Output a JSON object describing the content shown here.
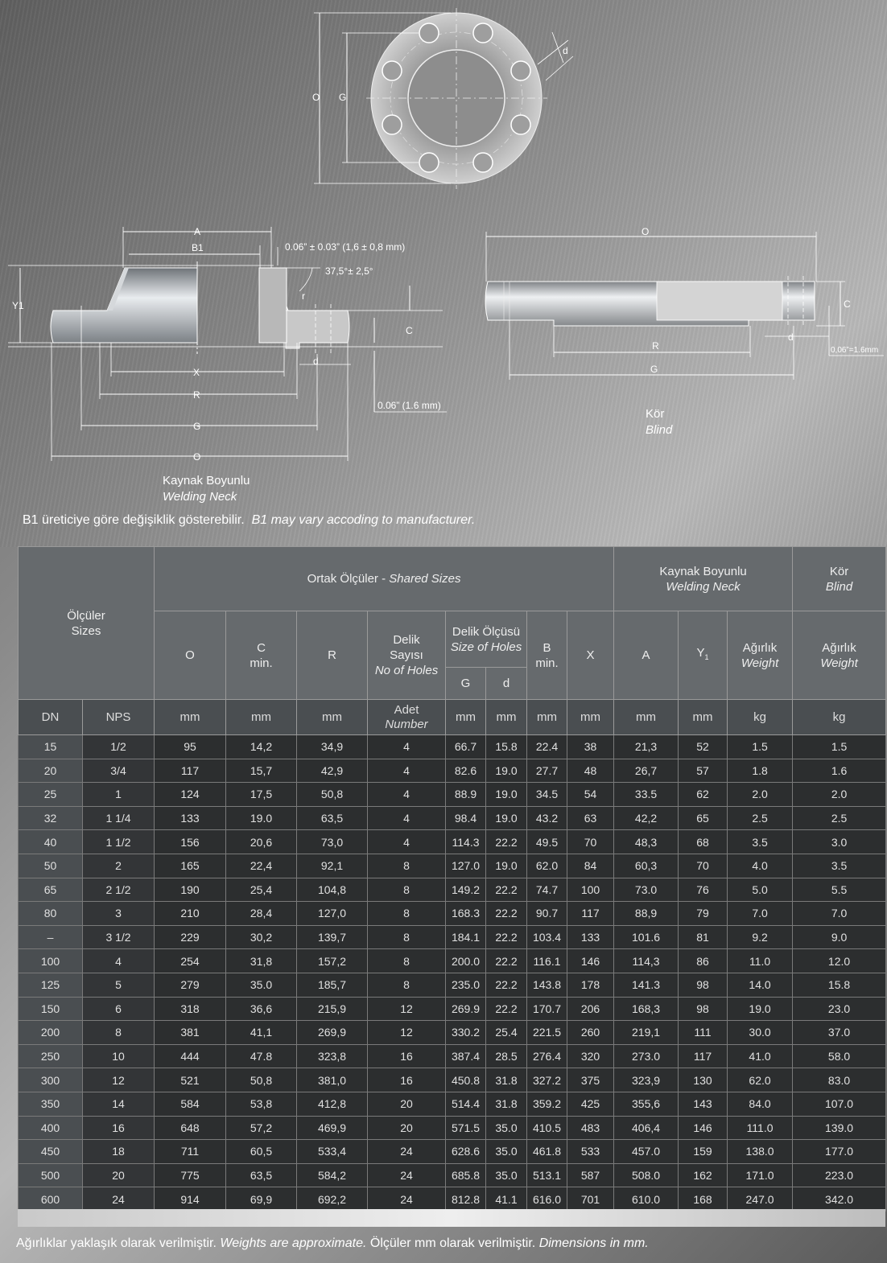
{
  "labels": {
    "top_O": "O",
    "top_G": "G",
    "top_d": "d",
    "wn_A": "A",
    "wn_B1": "B1",
    "wn_gap": "0.06” ± 0.03” (1,6 ± 0,8 mm)",
    "wn_angle": "37,5°± 2,5°",
    "wn_r": "r",
    "wn_Y1": "Y1",
    "wn_C": "C",
    "wn_X": "X",
    "wn_d": "d",
    "wn_R": "R",
    "wn_G": "G",
    "wn_O": "O",
    "wn_raised": "0.06” (1.6 mm)",
    "bl_O": "O",
    "bl_C": "C",
    "bl_d": "d",
    "bl_R": "R",
    "bl_G": "G",
    "bl_raised": "0,06”=1.6mm"
  },
  "captions": {
    "welding_neck_tr": "Kaynak Boyunlu",
    "welding_neck_en": "Welding Neck",
    "blind_tr": "Kör",
    "blind_en": "Blind"
  },
  "note": {
    "tr": "B1 üreticiye göre değişiklik gösterebilir.",
    "en": "B1 may vary accoding to manufacturer."
  },
  "table": {
    "sizes_tr": "Ölçüler",
    "sizes_en": "Sizes",
    "shared_tr": "Ortak Ölçüler - ",
    "shared_en": "Shared Sizes",
    "wn_tr": "Kaynak Boyunlu",
    "wn_en": "Welding Neck",
    "blind_tr": "Kör",
    "blind_en": "Blind",
    "col_O": "O",
    "col_C": "C",
    "col_C_min": "min.",
    "col_R": "R",
    "col_holes_tr1": "Delik",
    "col_holes_tr2": "Sayısı",
    "col_holes_en": "No of Holes",
    "col_size_tr": "Delik Ölçüsü",
    "col_size_en": "Size of Holes",
    "col_G": "G",
    "col_d": "d",
    "col_B": "B",
    "col_B_min": "min.",
    "col_X": "X",
    "col_A": "A",
    "col_Y1": "Y",
    "col_Y1_sub": "1",
    "col_weight_tr": "Ağırlık",
    "col_weight_en": "Weight",
    "unit_DN": "DN",
    "unit_NPS": "NPS",
    "unit_mm": "mm",
    "unit_adet_tr": "Adet",
    "unit_adet_en": "Number",
    "unit_kg": "kg",
    "rows": [
      [
        "15",
        "1/2",
        "95",
        "14,2",
        "34,9",
        "4",
        "66.7",
        "15.8",
        "22.4",
        "38",
        "21,3",
        "52",
        "1.5",
        "1.5"
      ],
      [
        "20",
        "3/4",
        "117",
        "15,7",
        "42,9",
        "4",
        "82.6",
        "19.0",
        "27.7",
        "48",
        "26,7",
        "57",
        "1.8",
        "1.6"
      ],
      [
        "25",
        "1",
        "124",
        "17,5",
        "50,8",
        "4",
        "88.9",
        "19.0",
        "34.5",
        "54",
        "33.5",
        "62",
        "2.0",
        "2.0"
      ],
      [
        "32",
        "1 1/4",
        "133",
        "19.0",
        "63,5",
        "4",
        "98.4",
        "19.0",
        "43.2",
        "63",
        "42,2",
        "65",
        "2.5",
        "2.5"
      ],
      [
        "40",
        "1 1/2",
        "156",
        "20,6",
        "73,0",
        "4",
        "114.3",
        "22.2",
        "49.5",
        "70",
        "48,3",
        "68",
        "3.5",
        "3.0"
      ],
      [
        "50",
        "2",
        "165",
        "22,4",
        "92,1",
        "8",
        "127.0",
        "19.0",
        "62.0",
        "84",
        "60,3",
        "70",
        "4.0",
        "3.5"
      ],
      [
        "65",
        "2 1/2",
        "190",
        "25,4",
        "104,8",
        "8",
        "149.2",
        "22.2",
        "74.7",
        "100",
        "73.0",
        "76",
        "5.0",
        "5.5"
      ],
      [
        "80",
        "3",
        "210",
        "28,4",
        "127,0",
        "8",
        "168.3",
        "22.2",
        "90.7",
        "117",
        "88,9",
        "79",
        "7.0",
        "7.0"
      ],
      [
        "–",
        "3 1/2",
        "229",
        "30,2",
        "139,7",
        "8",
        "184.1",
        "22.2",
        "103.4",
        "133",
        "101.6",
        "81",
        "9.2",
        "9.0"
      ],
      [
        "100",
        "4",
        "254",
        "31,8",
        "157,2",
        "8",
        "200.0",
        "22.2",
        "116.1",
        "146",
        "114,3",
        "86",
        "11.0",
        "12.0"
      ],
      [
        "125",
        "5",
        "279",
        "35.0",
        "185,7",
        "8",
        "235.0",
        "22.2",
        "143.8",
        "178",
        "141.3",
        "98",
        "14.0",
        "15.8"
      ],
      [
        "150",
        "6",
        "318",
        "36,6",
        "215,9",
        "12",
        "269.9",
        "22.2",
        "170.7",
        "206",
        "168,3",
        "98",
        "19.0",
        "23.0"
      ],
      [
        "200",
        "8",
        "381",
        "41,1",
        "269,9",
        "12",
        "330.2",
        "25.4",
        "221.5",
        "260",
        "219,1",
        "111",
        "30.0",
        "37.0"
      ],
      [
        "250",
        "10",
        "444",
        "47.8",
        "323,8",
        "16",
        "387.4",
        "28.5",
        "276.4",
        "320",
        "273.0",
        "117",
        "41.0",
        "58.0"
      ],
      [
        "300",
        "12",
        "521",
        "50,8",
        "381,0",
        "16",
        "450.8",
        "31.8",
        "327.2",
        "375",
        "323,9",
        "130",
        "62.0",
        "83.0"
      ],
      [
        "350",
        "14",
        "584",
        "53,8",
        "412,8",
        "20",
        "514.4",
        "31.8",
        "359.2",
        "425",
        "355,6",
        "143",
        "84.0",
        "107.0"
      ],
      [
        "400",
        "16",
        "648",
        "57,2",
        "469,9",
        "20",
        "571.5",
        "35.0",
        "410.5",
        "483",
        "406,4",
        "146",
        "111.0",
        "139.0"
      ],
      [
        "450",
        "18",
        "711",
        "60,5",
        "533,4",
        "24",
        "628.6",
        "35.0",
        "461.8",
        "533",
        "457.0",
        "159",
        "138.0",
        "177.0"
      ],
      [
        "500",
        "20",
        "775",
        "63,5",
        "584,2",
        "24",
        "685.8",
        "35.0",
        "513.1",
        "587",
        "508.0",
        "162",
        "171.0",
        "223.0"
      ],
      [
        "600",
        "24",
        "914",
        "69,9",
        "692,2",
        "24",
        "812.8",
        "41.1",
        "616.0",
        "701",
        "610.0",
        "168",
        "247.0",
        "342.0"
      ]
    ]
  },
  "footer": {
    "p1": "Ağırlıklar yaklaşık olarak verilmiştir.",
    "p2": "Weights are approximate.",
    "p3": "Ölçüler mm olarak verilmiştir.",
    "p4": "Dimensions in mm."
  }
}
